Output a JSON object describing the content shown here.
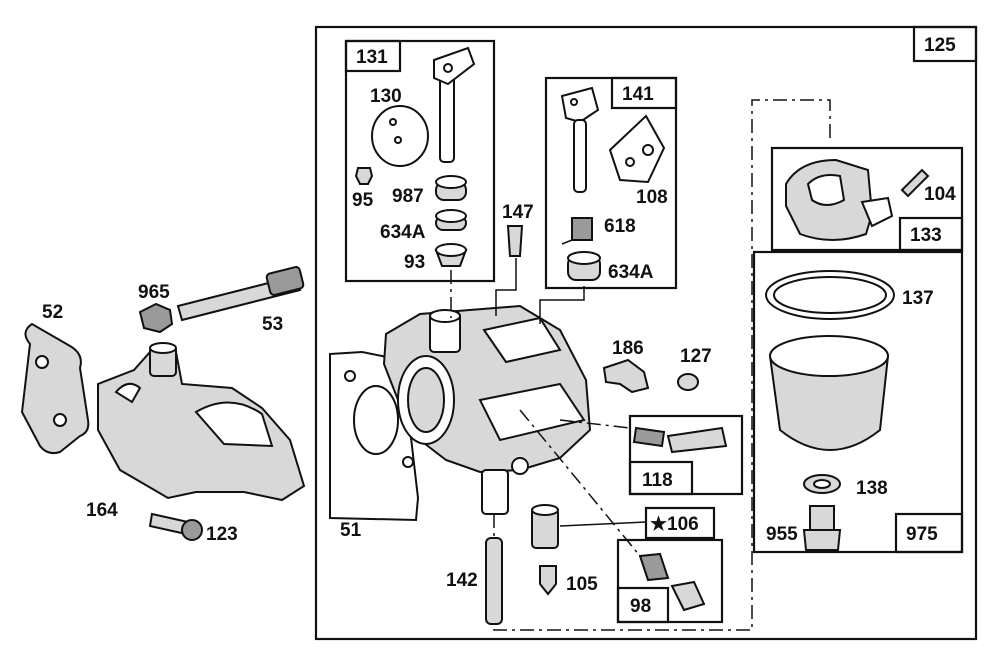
{
  "diagram": {
    "assembly_box": "125",
    "boxes": {
      "b131": "131",
      "b141": "141",
      "b133": "133",
      "b975": "975",
      "b118": "118",
      "b106": "★106",
      "b98": "98"
    },
    "labels": {
      "p130": "130",
      "p95": "95",
      "p987": "987",
      "p634a_1": "634A",
      "p93": "93",
      "p108": "108",
      "p618": "618",
      "p634a_2": "634A",
      "p147": "147",
      "p104": "104",
      "p137": "137",
      "p138": "138",
      "p955": "955",
      "p52": "52",
      "p965": "965",
      "p53": "53",
      "p164": "164",
      "p123": "123",
      "p51": "51",
      "p186": "186",
      "p127": "127",
      "p142": "142",
      "p105": "105"
    }
  }
}
